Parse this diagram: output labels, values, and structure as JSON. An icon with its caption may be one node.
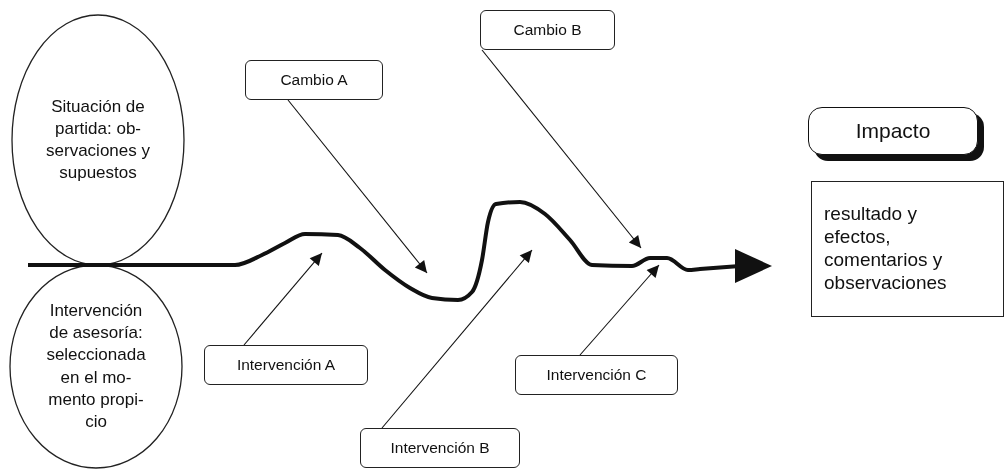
{
  "diagram": {
    "nodes": [
      {
        "text": [
          "Situación de partida: ob- servaciones y supuestos"
        ]
      },
      {
        "text": [
          "Intervención de asesoría: seleccionada en el mo- mento propi- cio"
        ]
      },
      {
        "text": [
          "Cambio A"
        ]
      },
      {
        "text": [
          "Cambio B"
        ]
      },
      {
        "text": [
          "Intervención A"
        ]
      },
      {
        "text": [
          "Intervención B"
        ]
      },
      {
        "text": [
          "Intervención C"
        ]
      },
      {
        "text": [
          "Impacto"
        ]
      },
      {
        "text": [
          "resultado y efectos, comentarios y observaciones"
        ]
      }
    ],
    "edges": [
      {
        "from": 2,
        "to": null,
        "arrow": "to"
      },
      {
        "from": 3,
        "to": null,
        "arrow": "to"
      },
      {
        "from": 4,
        "to": null,
        "arrow": "to"
      },
      {
        "from": 5,
        "to": null,
        "arrow": "to"
      },
      {
        "from": 6,
        "to": null,
        "arrow": "to"
      }
    ]
  }
}
